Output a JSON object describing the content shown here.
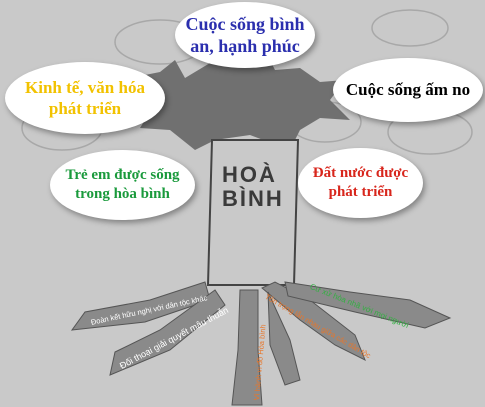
{
  "bubbles": {
    "top": [
      "Cuộc sống bình",
      "an, hạnh phúc"
    ],
    "left": [
      "Kinh tế, văn hóa",
      "phát triển"
    ],
    "right": [
      "Cuộc sống ấm no"
    ],
    "peace": [
      "Trẻ em được sống",
      "trong hòa bình"
    ],
    "develop": [
      "Đất nước được",
      "phát triển"
    ]
  },
  "trunk_title": [
    "HOÀ",
    "BÌNH"
  ],
  "roots": {
    "friendship": "Đoàn kết hữu nghị với dân tộc khác",
    "dialogue": "Đối thoại giải quyết mâu thuẫn",
    "peace_for_all": "Vì hành vi đồ Hòa bình",
    "respect": "Tôn trọng lẫn nhau giữa các dân tộc",
    "gentle_behavior": "Cư xử hòa nhã với mọi người"
  },
  "colors": {
    "top_text": "#2b2fae",
    "left_text": "#f2c200",
    "peace_text": "#1a9a3c",
    "develop_text": "#d8261c",
    "orange_roots": "#e8762a",
    "green_root": "#33b042"
  }
}
